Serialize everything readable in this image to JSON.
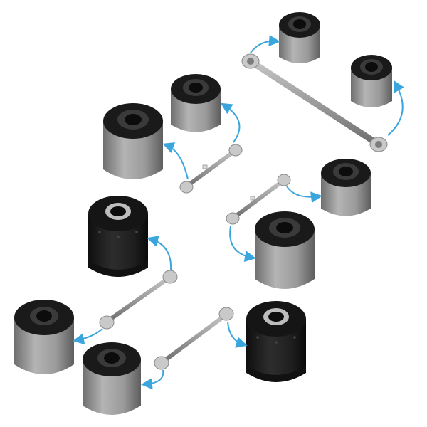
{
  "image": {
    "description_colors": {
      "background": "#ffffff",
      "arrow": "#3ba6dd",
      "rubber_dark": "#1b1b1b",
      "metal_shell": "#9a9a9a",
      "rod": "#9b9b9b"
    },
    "groups": [
      {
        "name": "top-right-long-arm",
        "bushings": [
          "bushing-top-right-a",
          "bushing-top-right-b"
        ],
        "arm": "long-control-arm"
      },
      {
        "name": "upper-left-arm",
        "bushings": [
          "bushing-upper-left-large",
          "bushing-upper-left-small"
        ],
        "arm": "short-link-arm-upper-left"
      },
      {
        "name": "middle-right-arm",
        "bushings": [
          "bushing-middle-right-small",
          "bushing-middle-right-large"
        ],
        "arm": "short-link-arm-middle-right"
      },
      {
        "name": "lower-left-arm",
        "bushings": [
          "bushing-lower-left-rubber",
          "bushing-lower-left-shell"
        ],
        "arm": "short-link-arm-lower-left"
      },
      {
        "name": "bottom-arm",
        "bushings": [
          "bushing-bottom-shell",
          "bushing-bottom-rubber"
        ],
        "arm": "short-link-arm-bottom"
      }
    ]
  }
}
